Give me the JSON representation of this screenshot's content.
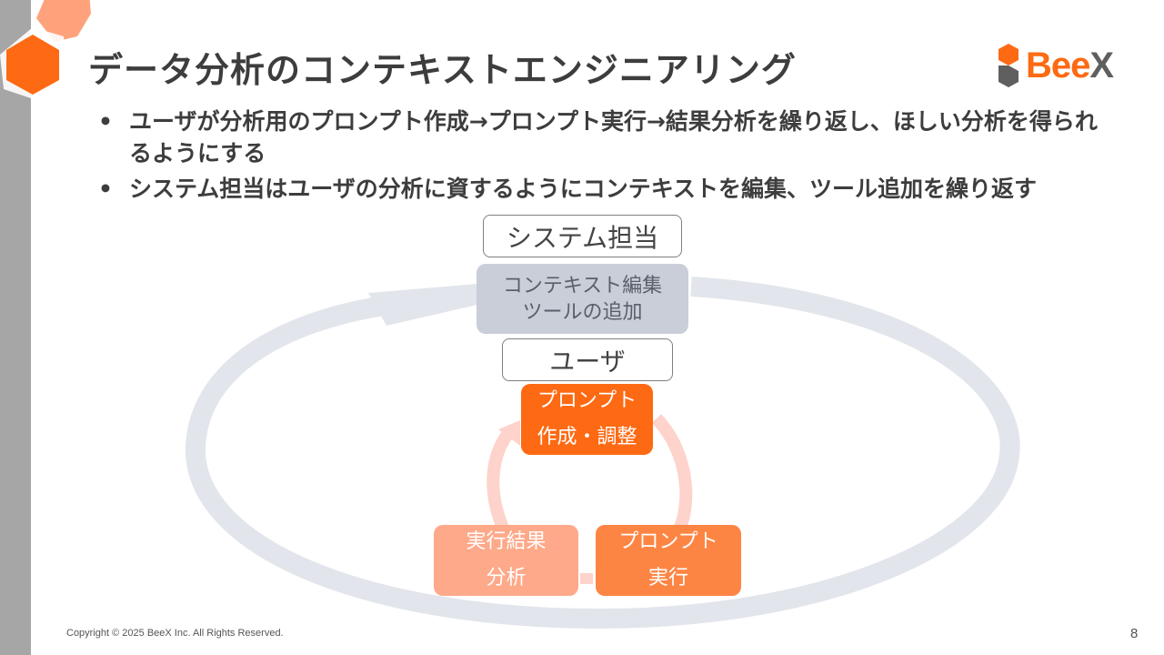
{
  "slide": {
    "title": "データ分析のコンテキストエンジニアリング",
    "bullets": [
      {
        "marker": "•",
        "text": "ユーザが分析用のプロンプト作成→プロンプト実行→結果分析を繰り返し、ほしい分析を得られるようにする"
      },
      {
        "marker": "•",
        "text": "システム担当はユーザの分析に資するようにコンテキストを編集、ツール追加を繰り返す"
      }
    ],
    "page_number": "8",
    "copyright": "Copyright © 2025 BeeX Inc. All Rights Reserved."
  },
  "logo": {
    "be": "Be",
    "e": "e",
    "x": "X"
  },
  "colors": {
    "accent": "#fd6a13",
    "accent_light": "#fea27c",
    "accent_mid": "#fd8544",
    "context_box": "#c9ced9",
    "outer_cycle": "#e2e5eb",
    "inner_cycle": "#fdd3cb",
    "sidebar": "#a6a6a6"
  },
  "diagram": {
    "system_role": "システム担当",
    "context_edit": {
      "line1": "コンテキスト編集",
      "line2": "ツールの追加"
    },
    "user_role": "ユーザ",
    "steps": [
      {
        "line1": "プロンプト",
        "line2": "作成・調整"
      },
      {
        "line1": "プロンプト",
        "line2": "実行"
      },
      {
        "line1": "実行結果",
        "line2": "分析"
      }
    ]
  }
}
